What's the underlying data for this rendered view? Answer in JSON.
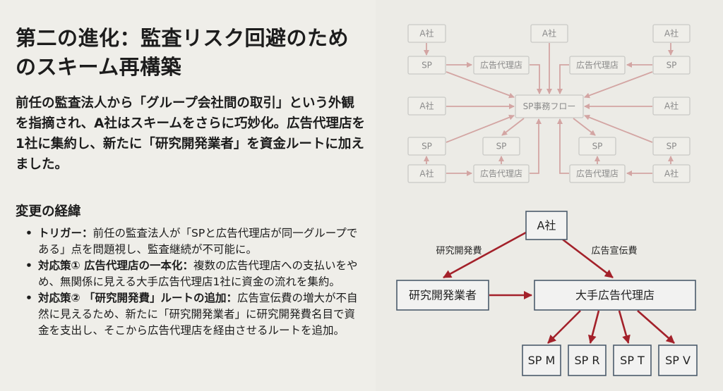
{
  "title": "第二の進化：監査リスク回避のためのスキーム再構築",
  "lead": "前任の監査法人から「グループ会社間の取引」という外観を指摘され、A社はスキームをさらに巧妙化。広告代理店を1社に集約し、新たに「研究開発業者」を資金ルートに加えました。",
  "section_heading": "変更の経緯",
  "bullets": [
    {
      "head": "トリガー：",
      "body": "前任の監査法人が「SPと広告代理店が同一グループである」点を問題視し、監査継続が不可能に。"
    },
    {
      "head": "対応策① 広告代理店の一本化：",
      "body": "複数の広告代理店への支払いをやめ、無関係に見える大手広告代理店1社に資金の流れを集約。"
    },
    {
      "head": "対応策② 「研究開発費」ルートの追加：",
      "body": "広告宣伝費の増大が不自然に見えるため、新たに「研究開発業者」に研究開発費名目で資金を支出し、そこから広告代理店を経由させるルートを追加。"
    }
  ],
  "old_diagram": {
    "center": "SP事務フロー",
    "company": "A社",
    "sp": "SP",
    "agency": "広告代理店"
  },
  "new_diagram": {
    "company": "A社",
    "rd_vendor": "研究開発業者",
    "major_agency": "大手広告代理店",
    "label_rd": "研究開発費",
    "label_ad": "広告宣伝費",
    "sps": [
      "SP M",
      "SP R",
      "SP T",
      "SP V"
    ]
  }
}
